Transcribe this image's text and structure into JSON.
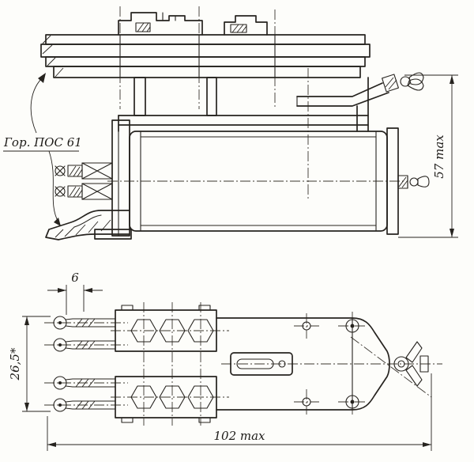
{
  "drawing": {
    "labels": {
      "solder_note": "Гор. ПОС 61"
    },
    "dimensions": {
      "height_max": "57 max",
      "lug_offset": "6",
      "terminal_span": "26,5*",
      "length_max": "102 max"
    },
    "colors": {
      "ink": "#26231f",
      "paper": "#fdfdfa"
    }
  }
}
